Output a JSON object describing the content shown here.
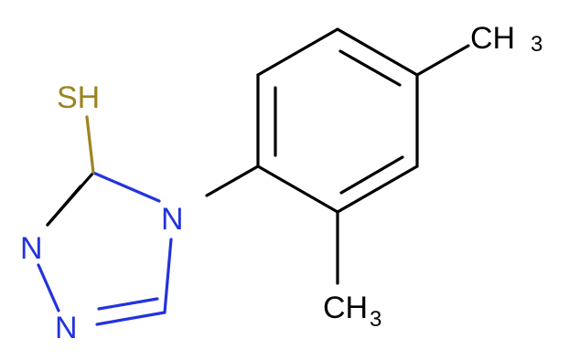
{
  "molecule": {
    "atoms": {
      "thiol": {
        "text": "SH",
        "color": "#9c8420"
      },
      "n4": {
        "text": "N",
        "color": "#2233dd"
      },
      "n2": {
        "text": "N",
        "color": "#2233dd"
      },
      "n1": {
        "text": "N",
        "color": "#2233dd"
      },
      "methyl_top": {
        "main": "CH",
        "sub": "3",
        "color": "#000000"
      },
      "methyl_bottom": {
        "main": "CH",
        "sub": "3",
        "color": "#000000"
      }
    }
  }
}
